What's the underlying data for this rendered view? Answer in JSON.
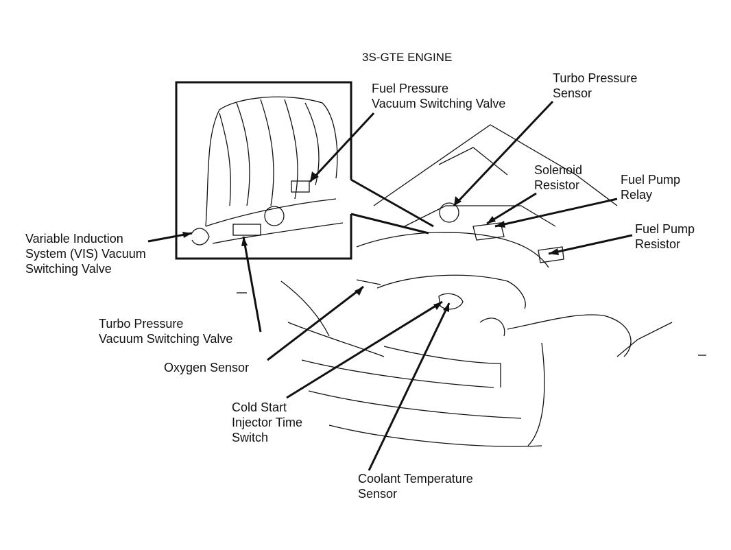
{
  "title": "3S-GTE ENGINE",
  "labels": {
    "fuel_pressure_vsv": [
      "Fuel Pressure",
      "Vacuum Switching Valve"
    ],
    "turbo_pressure_sensor": [
      "Turbo Pressure",
      "Sensor"
    ],
    "solenoid_resistor": [
      "Solenoid",
      "Resistor"
    ],
    "fuel_pump_relay": [
      "Fuel Pump",
      "Relay"
    ],
    "fuel_pump_resistor": [
      "Fuel Pump",
      "Resistor"
    ],
    "vis_vsv": [
      "Variable Induction",
      "System (VIS) Vacuum",
      "Switching Valve"
    ],
    "turbo_pressure_vsv": [
      "Turbo Pressure",
      "Vacuum Switching Valve"
    ],
    "oxygen_sensor": [
      "Oxygen Sensor"
    ],
    "cold_start_switch": [
      "Cold Start",
      "Injector Time",
      "Switch"
    ],
    "coolant_temp_sensor": [
      "Coolant Temperature",
      "Sensor"
    ]
  }
}
